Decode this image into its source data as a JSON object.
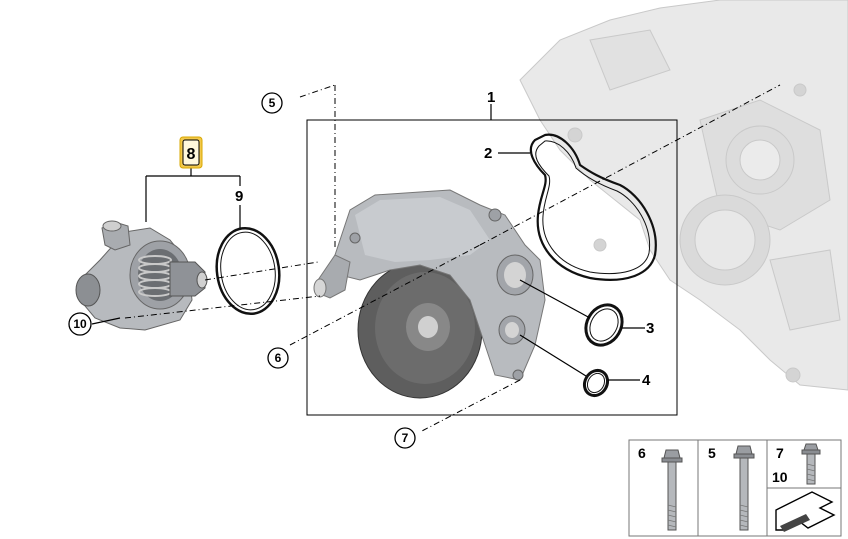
{
  "callouts": {
    "c1": "1",
    "c2": "2",
    "c3": "3",
    "c4": "4",
    "c5": "5",
    "c6": "6",
    "c7": "7",
    "c8": "8",
    "c9": "9",
    "c10": "10"
  },
  "legend": {
    "cell_a": "6",
    "cell_b": "5",
    "cell_c_top": "7",
    "cell_c_bottom": "10"
  },
  "colors": {
    "highlight": "#f2c94c",
    "part_body": "#b9bcc0",
    "engine_block": "#e6e6e6",
    "pulley": "#5d5d5d"
  }
}
